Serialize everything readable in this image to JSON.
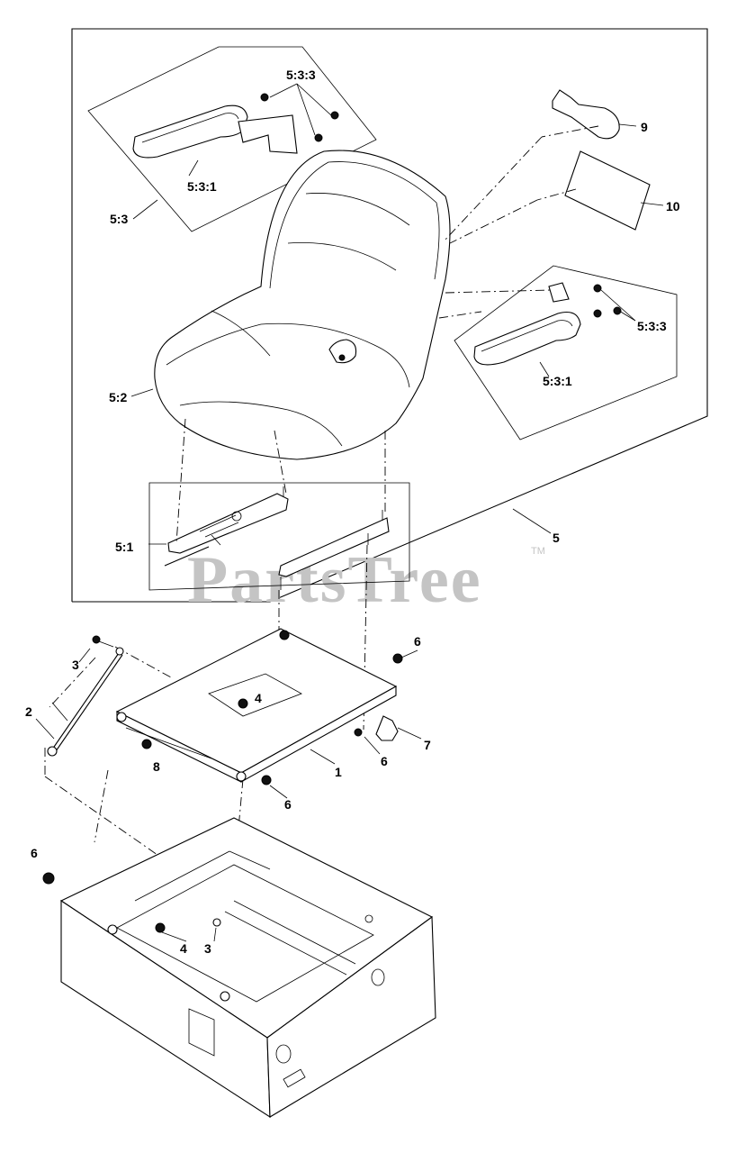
{
  "watermark": {
    "brand": "PartsTree",
    "trademark": "TM"
  },
  "callouts": {
    "c_5_3_3_top": "5:3:3",
    "c_5_3_1_left": "5:3:1",
    "c_5_3": "5:3",
    "c_9": "9",
    "c_10": "10",
    "c_5_3_3_right": "5:3:3",
    "c_5_3_1_right": "5:3:1",
    "c_5_2": "5:2",
    "c_5_1": "5:1",
    "c_5": "5",
    "c_3_top": "3",
    "c_2": "2",
    "c_4_top": "4",
    "c_6_top": "6",
    "c_8": "8",
    "c_1": "1",
    "c_6_mid": "6",
    "c_7": "7",
    "c_6_bottom": "6",
    "c_6_left": "6",
    "c_4_bottom": "4",
    "c_3_bottom": "3"
  }
}
